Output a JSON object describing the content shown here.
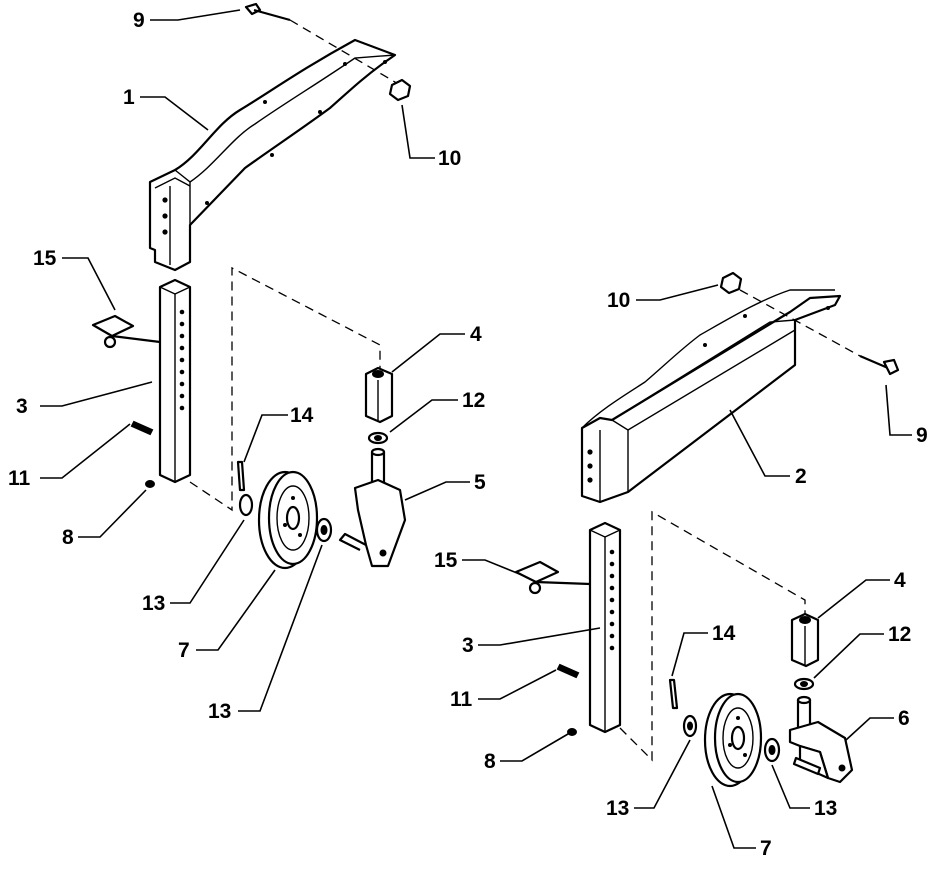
{
  "callouts": [
    {
      "id": "c9a",
      "text": "9"
    },
    {
      "id": "c1",
      "text": "1"
    },
    {
      "id": "c10a",
      "text": "10"
    },
    {
      "id": "c15a",
      "text": "15"
    },
    {
      "id": "c3a",
      "text": "3"
    },
    {
      "id": "c11a",
      "text": "11"
    },
    {
      "id": "c8a",
      "text": "8"
    },
    {
      "id": "c4a",
      "text": "4"
    },
    {
      "id": "c12a",
      "text": "12"
    },
    {
      "id": "c14a",
      "text": "14"
    },
    {
      "id": "c5",
      "text": "5"
    },
    {
      "id": "c13a",
      "text": "13"
    },
    {
      "id": "c7a",
      "text": "7"
    },
    {
      "id": "c13b",
      "text": "13"
    },
    {
      "id": "c10b",
      "text": "10"
    },
    {
      "id": "c9b",
      "text": "9"
    },
    {
      "id": "c2",
      "text": "2"
    },
    {
      "id": "c15b",
      "text": "15"
    },
    {
      "id": "c4b",
      "text": "4"
    },
    {
      "id": "c12b",
      "text": "12"
    },
    {
      "id": "c3b",
      "text": "3"
    },
    {
      "id": "c14b",
      "text": "14"
    },
    {
      "id": "c11b",
      "text": "11"
    },
    {
      "id": "c6",
      "text": "6"
    },
    {
      "id": "c8b",
      "text": "8"
    },
    {
      "id": "c13c",
      "text": "13"
    },
    {
      "id": "c13d",
      "text": "13"
    },
    {
      "id": "c7b",
      "text": "7"
    }
  ],
  "colors": {
    "line": "#000000",
    "background": "#ffffff"
  }
}
